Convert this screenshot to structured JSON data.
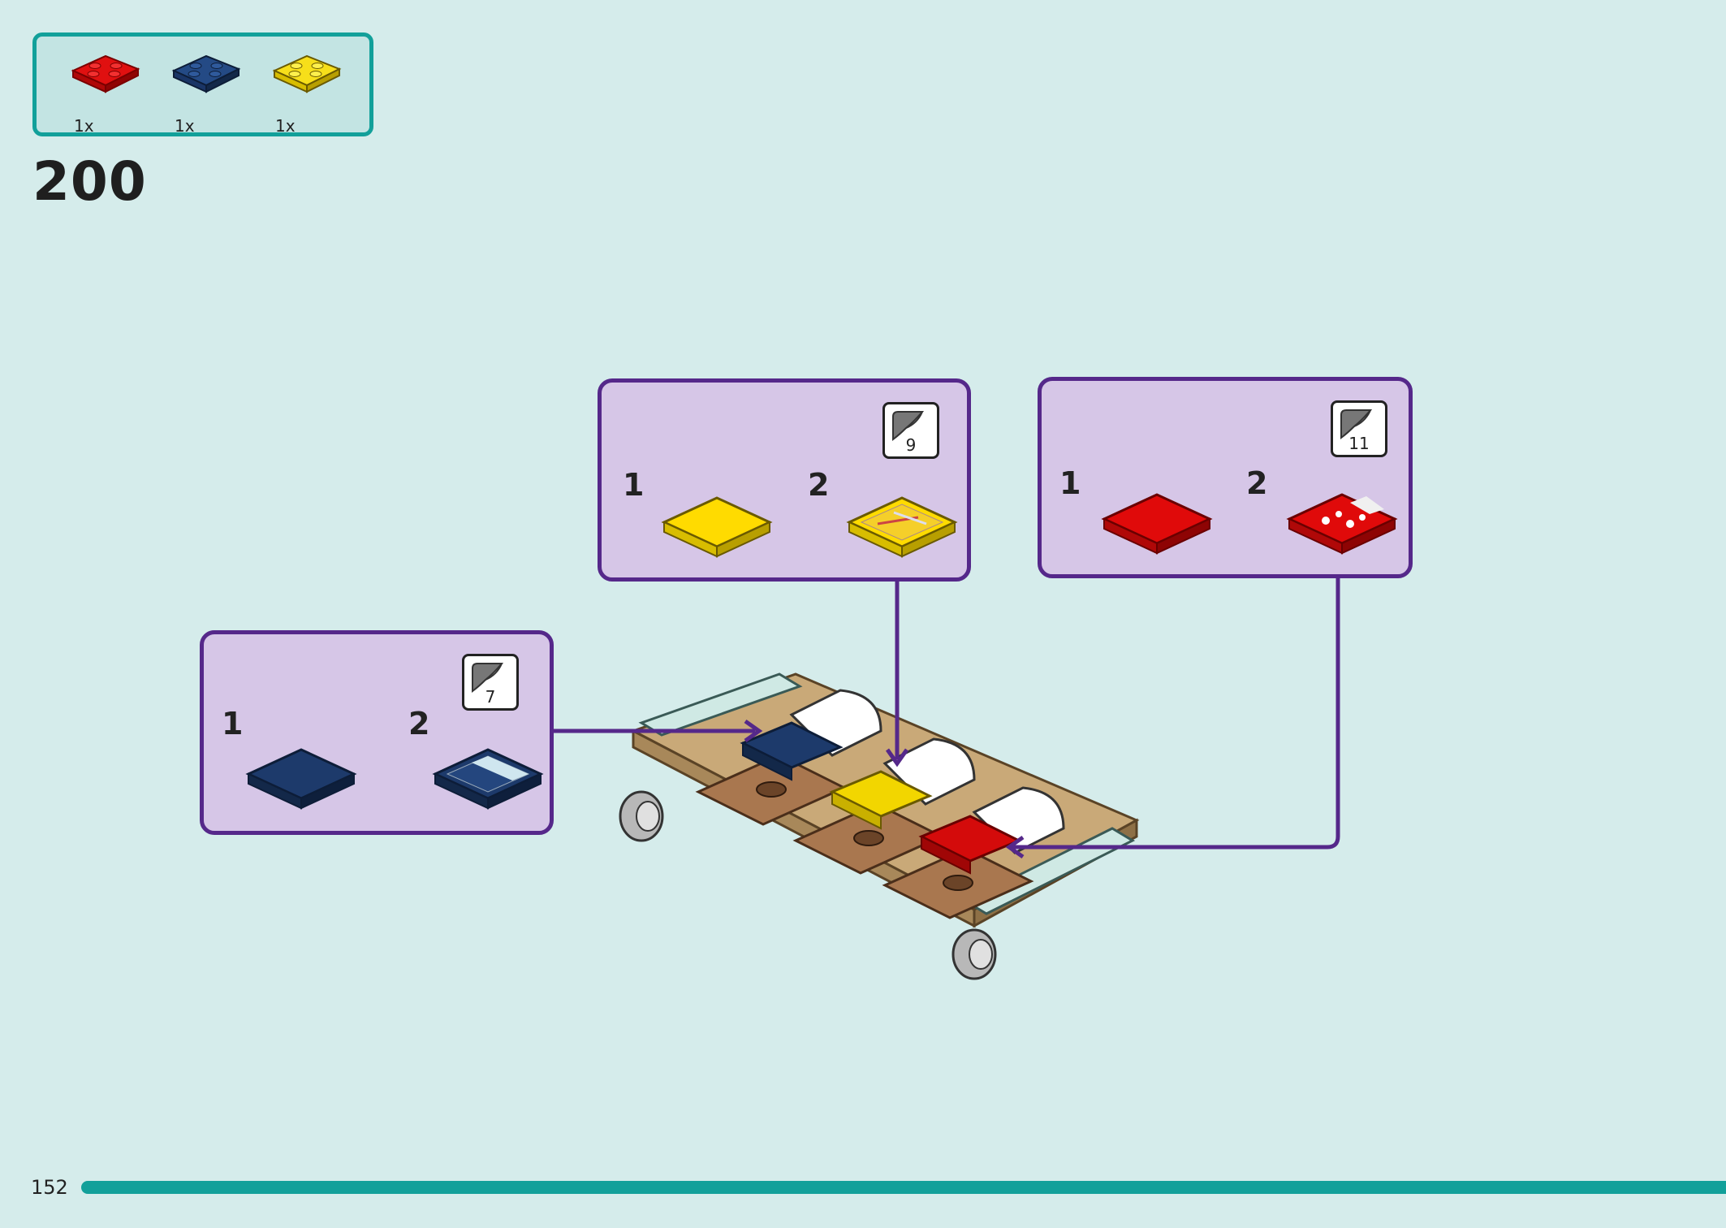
{
  "parts_list": {
    "items": [
      {
        "color": "#d40b0b",
        "qty": "1x",
        "name": "red-plate-2x2"
      },
      {
        "color": "#1d3a6b",
        "qty": "1x",
        "name": "blue-plate-2x2"
      },
      {
        "color": "#f2d600",
        "qty": "1x",
        "name": "yellow-plate-2x2"
      }
    ]
  },
  "step": {
    "number": "200"
  },
  "callouts": [
    {
      "id": "blue",
      "sub1": "1",
      "sub2": "2",
      "sticker": "7",
      "tile_color": "#1d3a6b"
    },
    {
      "id": "yellow",
      "sub1": "1",
      "sub2": "2",
      "sticker": "9",
      "tile_color": "#f2d600"
    },
    {
      "id": "red",
      "sub1": "1",
      "sub2": "2",
      "sticker": "11",
      "tile_color": "#d40b0b"
    }
  ],
  "colors": {
    "background": "#d5eceb",
    "accent": "#12a09a",
    "callout_border": "#55288a",
    "callout_fill": "#d6c6e7"
  },
  "footer": {
    "page_number": "152"
  }
}
